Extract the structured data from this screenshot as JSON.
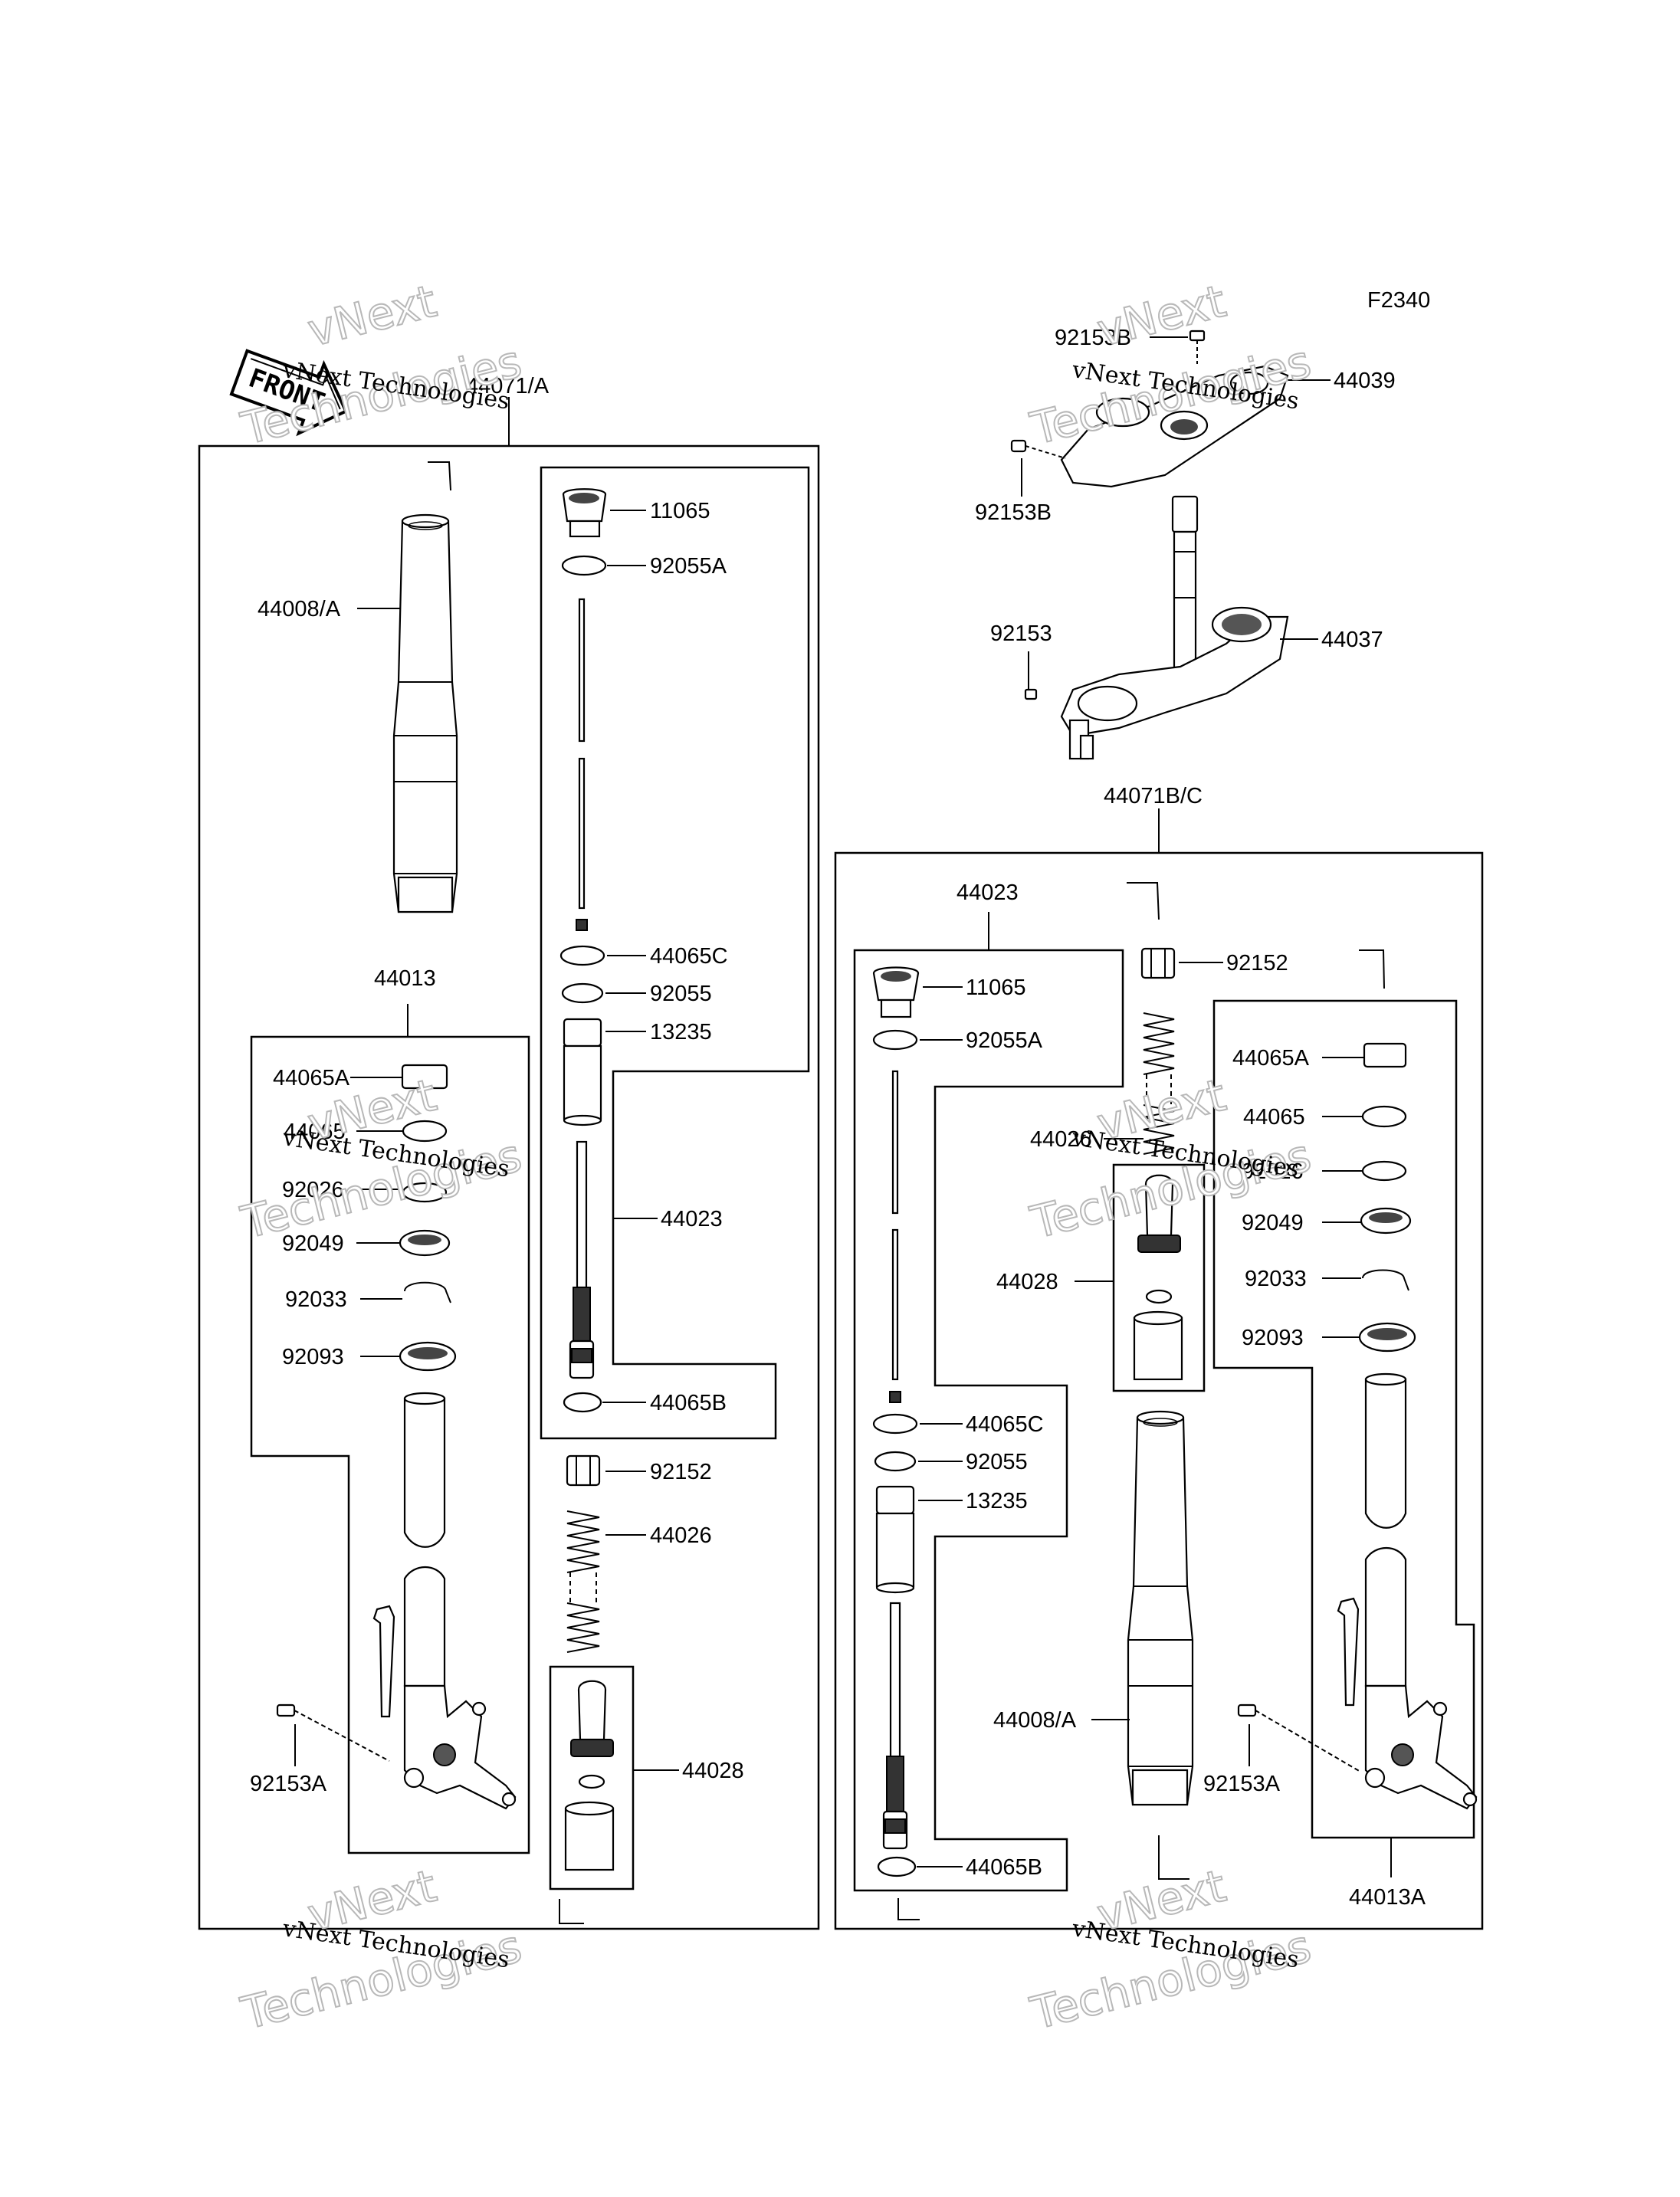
{
  "diagram_code": "F2340",
  "front_arrow_text": "FRONT",
  "watermark": {
    "line1": "vNext Technologies",
    "line2": "vNext",
    "line3": "Technologies"
  },
  "labels": {
    "l_44071A": "44071/A",
    "l_44008A_left": "44008/A",
    "l_44013": "44013",
    "l_44065A_left": "44065A",
    "l_44065_left": "44065",
    "l_92026_left": "92026",
    "l_92049_left": "92049",
    "l_92033_left": "92033",
    "l_92093_left": "92093",
    "l_92153A_left": "92153A",
    "l_11065_left": "11065",
    "l_92055A_left": "92055A",
    "l_44065C_left": "44065C",
    "l_92055_left": "92055",
    "l_13235_left": "13235",
    "l_44023_left": "44023",
    "l_44065B_left": "44065B",
    "l_92152_left": "92152",
    "l_44026_left": "44026",
    "l_44028_left": "44028",
    "l_92153B_top": "92153B",
    "l_44039": "44039",
    "l_92153B_mid": "92153B",
    "l_92153": "92153",
    "l_44037": "44037",
    "l_44071BC": "44071B/C",
    "l_44023_right": "44023",
    "l_11065_right": "11065",
    "l_92055A_right": "92055A",
    "l_44065C_right": "44065C",
    "l_92055_right": "92055",
    "l_13235_right": "13235",
    "l_44065B_right": "44065B",
    "l_92152_right": "92152",
    "l_44026_right": "44026",
    "l_44028_right": "44028",
    "l_44008A_right": "44008/A",
    "l_44065A_right": "44065A",
    "l_44065_right": "44065",
    "l_92026_right": "92026",
    "l_92049_right": "92049",
    "l_92033_right": "92033",
    "l_92093_right": "92093",
    "l_92153A_right": "92153A",
    "l_44013A": "44013A"
  }
}
